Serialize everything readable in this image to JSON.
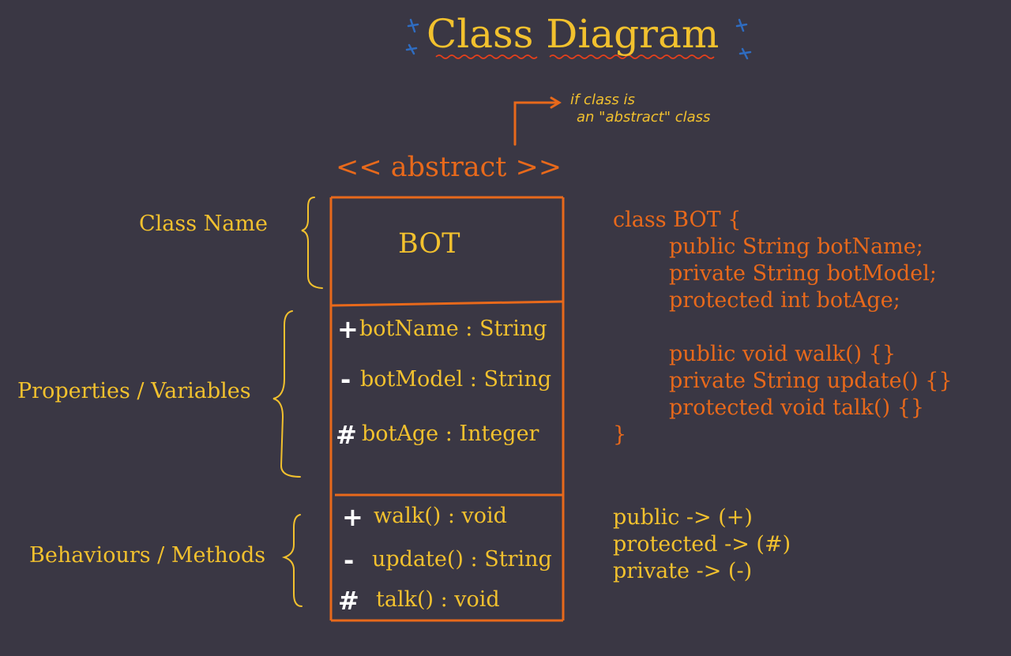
{
  "title": "Class Diagram",
  "note": {
    "line1": "if class is",
    "line2": "an \"abstract\" class"
  },
  "stereotype": "<< abstract >>",
  "class_name": "BOT",
  "labels": {
    "class_name": "Class Name",
    "properties": "Properties / Variables",
    "methods": "Behaviours / Methods"
  },
  "properties": [
    {
      "symbol": "+",
      "text": "botName : String"
    },
    {
      "symbol": "-",
      "text": "botModel : String"
    },
    {
      "symbol": "#",
      "text": "botAge : Integer"
    }
  ],
  "methods": [
    {
      "symbol": "+",
      "text": "walk() : void"
    },
    {
      "symbol": "-",
      "text": "update() : String"
    },
    {
      "symbol": "#",
      "text": "talk() : void"
    }
  ],
  "code": [
    "class BOT {",
    "public String botName;",
    "private String botModel;",
    "protected int botAge;",
    "public void walk() {}",
    "private String update() {}",
    "protected void talk() {}",
    "}"
  ],
  "legend": [
    "public -> (+)",
    "protected -> (#)",
    "private -> (-)"
  ],
  "colors": {
    "background": "#3a3744",
    "yellow": "#f2c12e",
    "orange": "#e8691b",
    "blue_stars": "#2f6cc0",
    "wavy_underline": "#e8401b"
  }
}
